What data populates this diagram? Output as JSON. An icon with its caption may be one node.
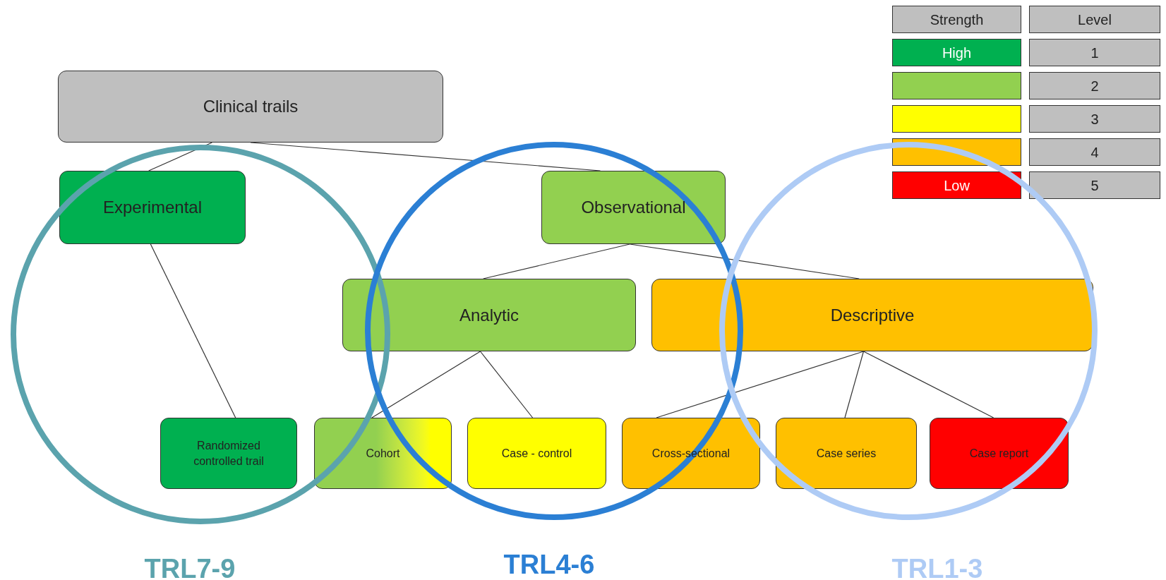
{
  "diagram": {
    "nodes": [
      {
        "text": [
          "Clinical trails"
        ]
      },
      {
        "text": [
          "Experimental"
        ]
      },
      {
        "text": [
          "Observational"
        ]
      },
      {
        "text": [
          "Analytic"
        ]
      },
      {
        "text": [
          "Descriptive"
        ]
      },
      {
        "text": [
          "Randomized controlled trail"
        ]
      },
      {
        "text": [
          "Cohort"
        ]
      },
      {
        "text": [
          "Case - control"
        ]
      },
      {
        "text": [
          "Cross-sectional"
        ]
      },
      {
        "text": [
          "Case series"
        ]
      },
      {
        "text": [
          "Case report"
        ]
      }
    ],
    "edges": [
      {
        "from": 0,
        "to": 1,
        "arrow": "none"
      },
      {
        "from": 0,
        "to": 2,
        "arrow": "none"
      },
      {
        "from": 1,
        "to": 5,
        "arrow": "none"
      },
      {
        "from": 2,
        "to": 3,
        "arrow": "none"
      },
      {
        "from": 2,
        "to": 4,
        "arrow": "none"
      },
      {
        "from": 3,
        "to": 6,
        "arrow": "none"
      },
      {
        "from": 3,
        "to": 7,
        "arrow": "none"
      },
      {
        "from": 4,
        "to": 8,
        "arrow": "none"
      },
      {
        "from": 4,
        "to": 9,
        "arrow": "none"
      },
      {
        "from": 4,
        "to": 10,
        "arrow": "none"
      }
    ],
    "labels": [
      "Strength",
      "Level",
      "High",
      "Low",
      "TRL7-9",
      "TRL4-6",
      "TRL1-3"
    ],
    "legend": [
      {
        "text": "1",
        "color": "#00b050"
      },
      {
        "text": "2",
        "color": "#92d050"
      },
      {
        "text": "3",
        "color": "#ffff00"
      },
      {
        "text": "4",
        "color": "#ffc000"
      },
      {
        "text": "5",
        "color": "#ff0000"
      }
    ]
  }
}
